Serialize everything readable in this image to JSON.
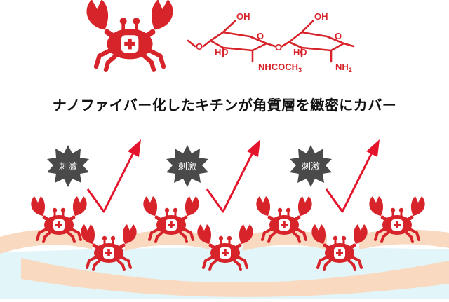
{
  "headline": "ナノファイバー化したキチンが角質層を緻密にカバー",
  "chemical": {
    "left_unit": {
      "oh_top": "OH",
      "ho_left": "HO",
      "substituent": "NHCOCH",
      "substituent_sub": "3"
    },
    "right_unit": {
      "oh_top": "OH",
      "ho_left": "HO",
      "substituent": "NH",
      "substituent_sub": "2"
    },
    "ring_oxygen": "O",
    "bridge_oxygen": "O"
  },
  "stimulus": {
    "label": "刺激",
    "count": 3
  },
  "colors": {
    "crab": "#d7232a",
    "stimulus_burst": "#4a4a4a",
    "arrow": "#e3142b",
    "skin_top": "#f8d8be",
    "skin_water": "#dff4f8"
  },
  "icons": [
    "crab-icon",
    "medical-cross-icon",
    "stimulus-burst-icon",
    "rebound-arrow-icon"
  ]
}
